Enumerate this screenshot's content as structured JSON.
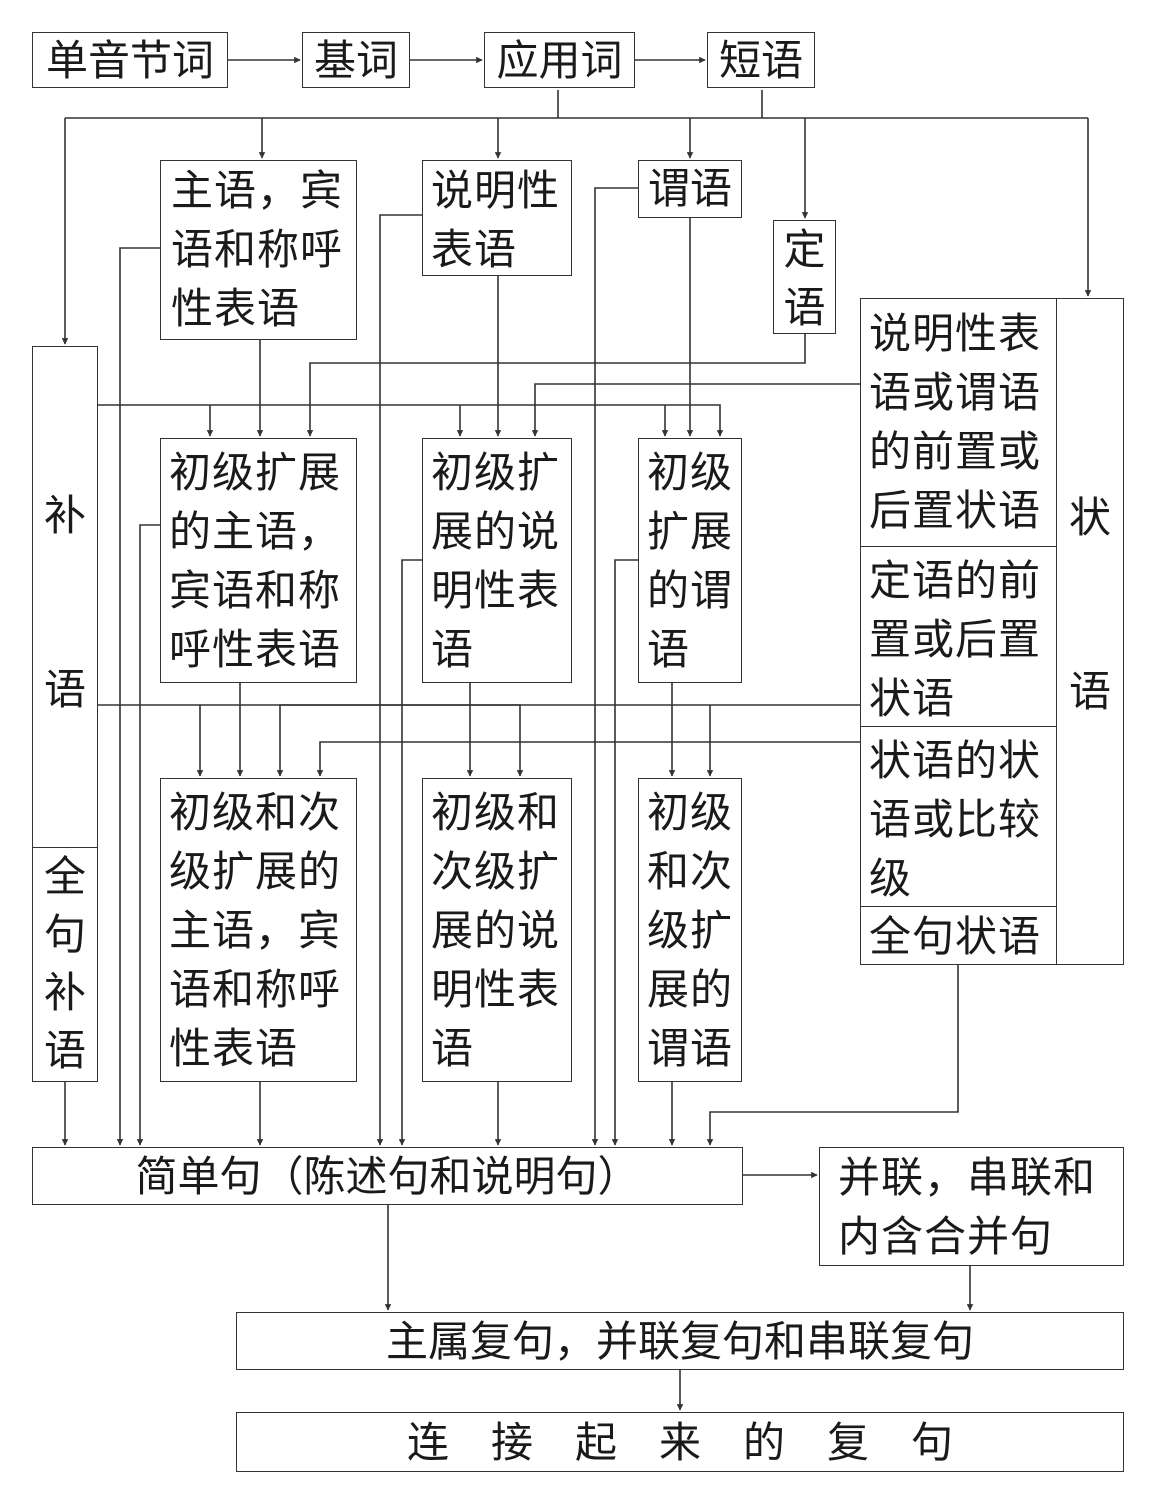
{
  "diagram": {
    "title": "句子结构扩展流程图",
    "top_chain": [
      "单音节词",
      "基词",
      "应用词",
      "短语"
    ],
    "level1": {
      "subject": "主语，宾\n语和称呼\n性表语",
      "descriptive_predicative": "说明性\n表语",
      "predicate": "谓语",
      "attributive": "定\n语"
    },
    "complement": {
      "label": "补\n\n\n语",
      "sentence_complement": "全\n句\n补\n语"
    },
    "adverbial": {
      "label": "状\n\n\n语",
      "items": [
        "说明性表\n语或谓语\n的前置或\n后置状语",
        "定语的前\n置或后置\n状语",
        "状语的状\n语或比较\n级",
        "全句状语"
      ]
    },
    "level2": {
      "subject": "初级扩展\n的主语，\n宾语和称\n呼性表语",
      "descriptive_predicative": "初级扩\n展的说\n明性表\n语",
      "predicate": "初级\n扩展\n的谓\n语"
    },
    "level3": {
      "subject": "初级和次\n级扩展的\n主语，宾\n语和称呼\n性表语",
      "descriptive_predicative": "初级和\n次级扩\n展的说\n明性表\n语",
      "predicate": "初级\n和次\n级扩\n展的\n谓语"
    },
    "simple_sentence": "简单句（陈述句和说明句）",
    "combined_sentence": "并联，串联和\n内含合并句",
    "complex_sentence": "主属复句，并联复句和串联复句",
    "connected_sentence": "连　接　起　来　的　复　句"
  }
}
